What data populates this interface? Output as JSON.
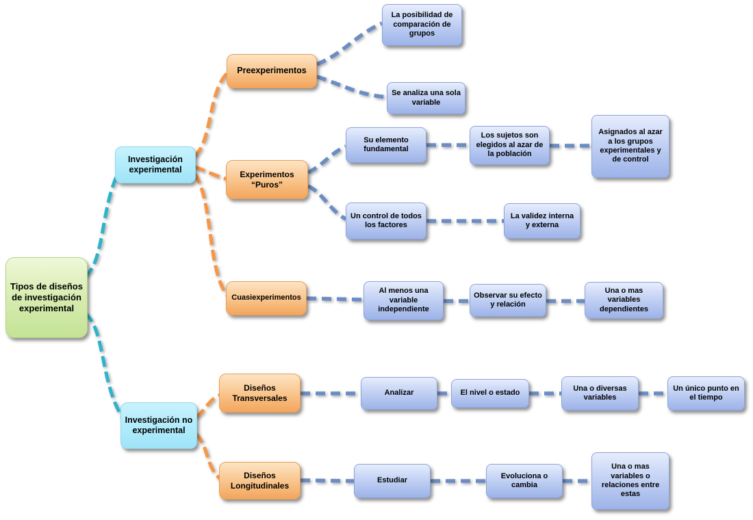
{
  "colors": {
    "root_fill": "#d9edb4",
    "level1_fill": "#aeeafb",
    "level2_fill": "#f8c389",
    "leaf_fill": "#b9cbf2",
    "branch_teal": "#2fb3c9",
    "branch_orange": "#f79646",
    "connector_blue": "#6b8dc4"
  },
  "root": {
    "label": "Tipos de diseños de investigación experimental"
  },
  "level1": {
    "experimental": {
      "label": "Investigación experimental"
    },
    "no_experimental": {
      "label": "Investigación no experimental"
    }
  },
  "level2": {
    "preexperimentos": {
      "label": "Preexperimentos"
    },
    "puros": {
      "label": "Experimentos “Puros”"
    },
    "cuasi": {
      "label": "Cuasiexperimentos"
    },
    "transversales": {
      "label": "Diseños Transversales"
    },
    "longitudinales": {
      "label": "Diseños Longitudinales"
    }
  },
  "leaves": {
    "comparacion": {
      "label": "La posibilidad de comparación de grupos"
    },
    "sola_variable": {
      "label": "Se analiza una sola variable"
    },
    "elemento": {
      "label": "Su elemento fundamental"
    },
    "sujetos": {
      "label": "Los sujetos son elegidos al azar de la población"
    },
    "asignados": {
      "label": "Asignados al azar a los grupos experimentales y de control"
    },
    "control": {
      "label": "Un control de todos los factores"
    },
    "validez": {
      "label": "La validez interna y externa"
    },
    "al_menos": {
      "label": "Al menos una variable independiente"
    },
    "observar": {
      "label": "Observar su efecto y relación"
    },
    "dependientes": {
      "label": "Una o mas variables dependientes"
    },
    "analizar": {
      "label": "Analizar"
    },
    "nivel": {
      "label": "El nivel o estado"
    },
    "diversas": {
      "label": "Una o diversas variables"
    },
    "unico_punto": {
      "label": "Un único punto en el tiempo"
    },
    "estudiar": {
      "label": "Estudiar"
    },
    "evoluciona": {
      "label": "Evoluciona o cambia"
    },
    "relaciones": {
      "label": "Una  o mas variables o relaciones entre estas"
    }
  }
}
